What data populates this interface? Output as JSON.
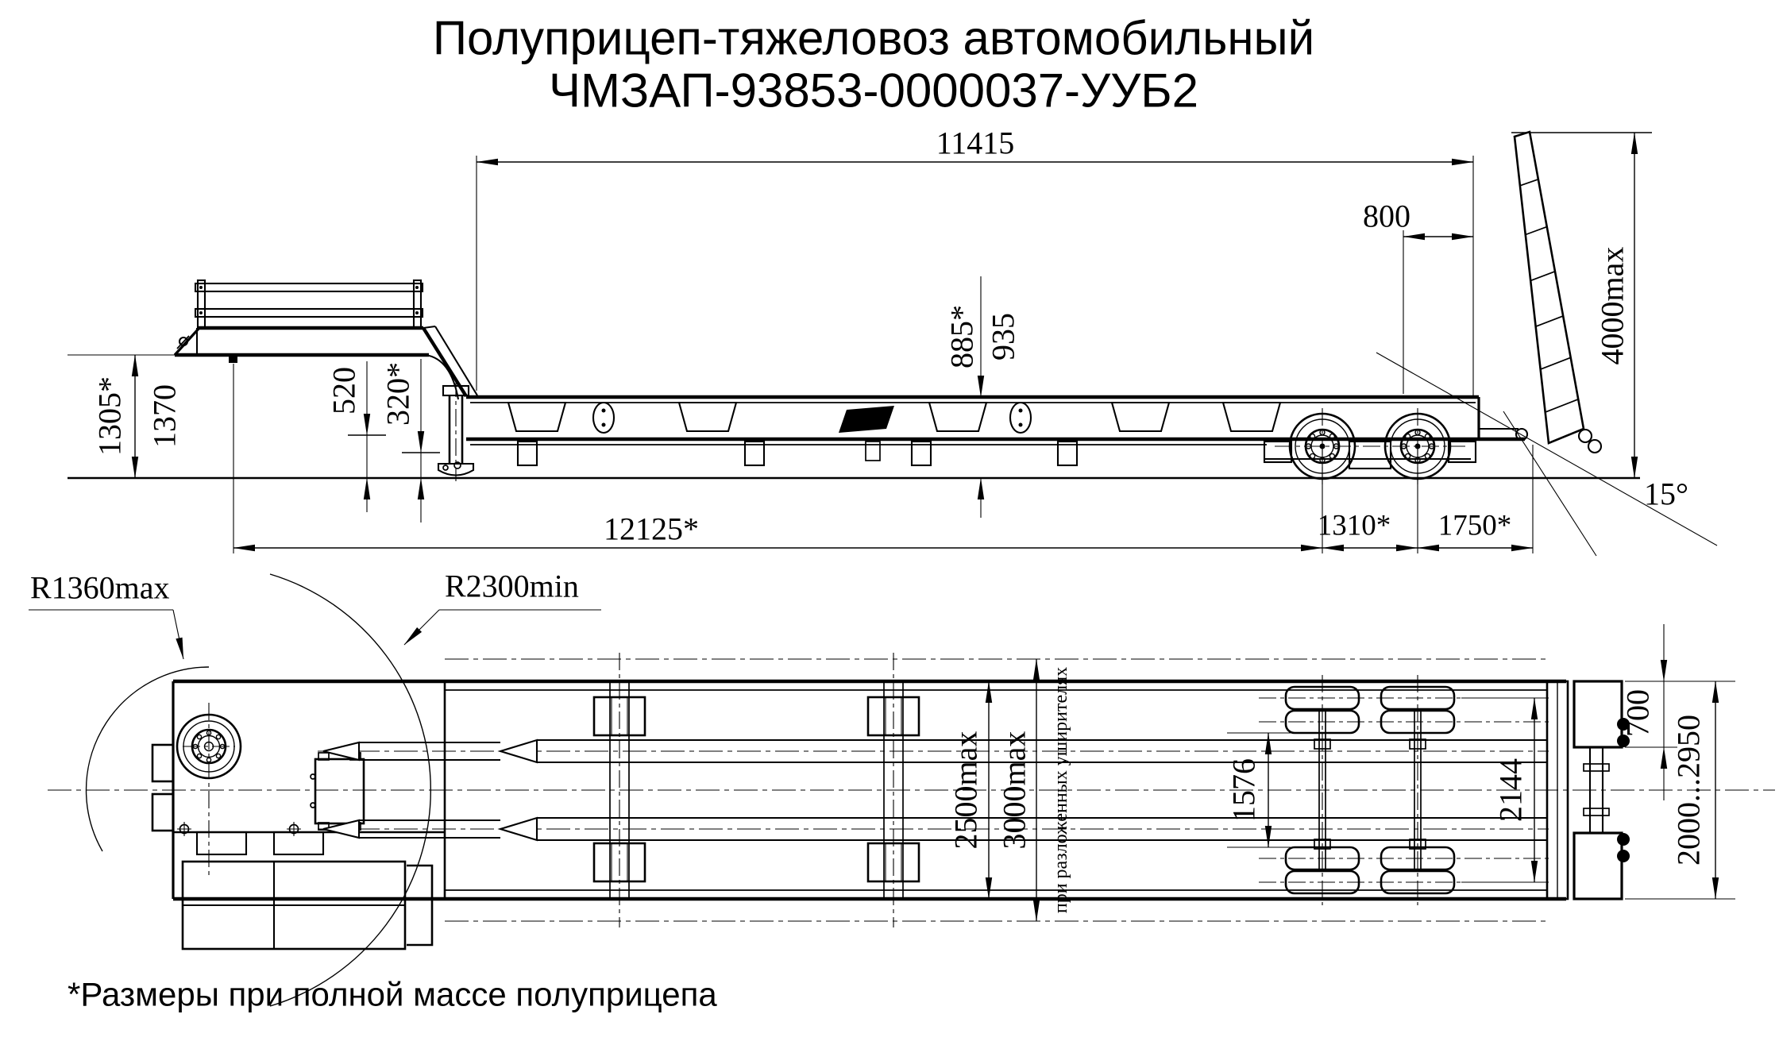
{
  "title": {
    "line1": "Полуприцеп-тяжеловоз автомобильный",
    "line2": "ЧМЗАП-93853-0000037-УУБ2"
  },
  "footnote": "*Размеры при полной массе полуприцепа",
  "side_view": {
    "dims": {
      "upper_length": "11415",
      "rear_offset": "800",
      "ramp_height": "4000max",
      "deck_height_loaded": "885*",
      "deck_height": "935",
      "gooseneck_clearance": "520",
      "gooseneck_clearance_loaded": "320*",
      "front_height_loaded": "1305*",
      "front_height": "1370",
      "kingpin_to_axle": "12125*",
      "axle_spacing": "1310*",
      "rear_overhang": "1750*",
      "ramp_angle": "15°"
    }
  },
  "top_view": {
    "dims": {
      "front_radius": "R1360max",
      "rear_radius": "R2300min",
      "width": "2500max",
      "width_extended": "3000max",
      "width_extended_note": "при разложенных уширителях",
      "track_inner": "1576",
      "track_outer": "2144",
      "ramp_width": "700",
      "ramp_spacing": "2000...2950"
    }
  }
}
